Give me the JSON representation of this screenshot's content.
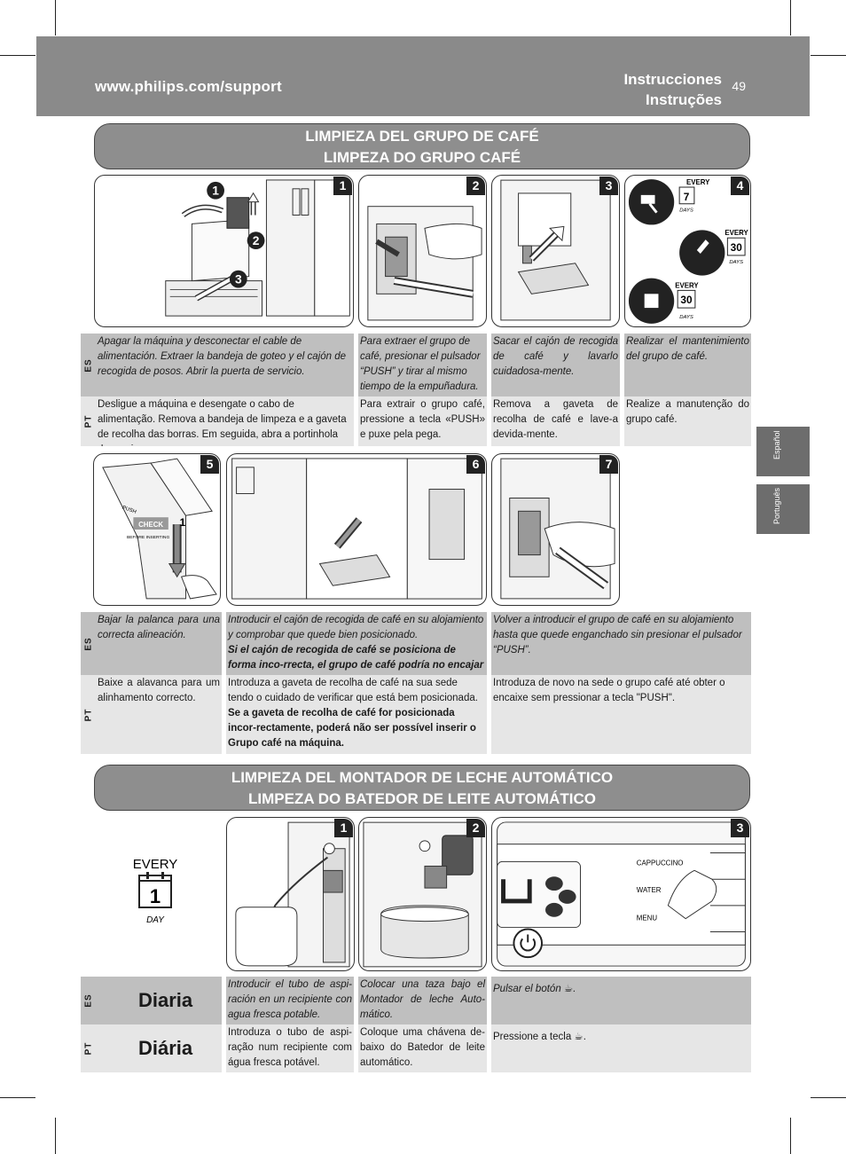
{
  "header": {
    "url": "www.philips.com/support",
    "title_es": "Instrucciones",
    "title_pt": "Instruções",
    "page_number": "49"
  },
  "side_tabs": [
    "Español",
    "Português"
  ],
  "section1": {
    "title_es": "LIMPIEZA DEL GRUPO DE CAFÉ",
    "title_pt": "LIMPEZA DO GRUPO CAFÉ",
    "panel_numbers": [
      "1",
      "2",
      "3",
      "4",
      "5",
      "6",
      "7"
    ],
    "callouts": [
      "1",
      "2",
      "3"
    ],
    "panel5_labels": {
      "push": "PUSH",
      "check": "CHECK",
      "before": "BEFORE INSERTING",
      "one": "1"
    },
    "schedule": [
      {
        "every": "EVERY",
        "value": "7",
        "unit": "DAYS"
      },
      {
        "every": "EVERY",
        "value": "30",
        "unit": "DAYS"
      },
      {
        "every": "EVERY",
        "value": "30",
        "unit": "DAYS"
      }
    ],
    "row1": {
      "es_label": "ES",
      "pt_label": "PT",
      "es": [
        "Apagar la máquina y desconectar el cable de alimentación. Extraer la bandeja de goteo y el cajón de recogida de posos. Abrir la puerta de servicio.",
        "Para extraer el grupo de café, presionar el pulsador “PUSH” y tirar al mismo tiempo de la empuñadura.",
        "Sacar el cajón de recogida de café y lavarlo cuidadosa-mente.",
        "Realizar el mantenimiento del grupo de café."
      ],
      "pt": [
        "Desligue a máquina e desengate o cabo de alimentação. Remova a bandeja de limpeza e a gaveta de recolha das borras. Em seguida, abra a portinhola de serviço.",
        "Para extrair o grupo café, pressione a tecla «PUSH» e puxe pela pega.",
        "Remova a gaveta de recolha de café e lave-a devida-mente.",
        "Realize a manutenção do grupo café."
      ]
    },
    "row2": {
      "es_label": "ES",
      "pt_label": "PT",
      "es": [
        "Bajar la palanca para una correcta alineación.",
        "Introducir el cajón de recogida de café en su alojamiento y comprobar que quede bien posicionado.",
        "Volver a introducir el grupo de café en su alojamiento hasta que quede enganchado sin presionar el pulsador “PUSH”."
      ],
      "es_bold": "Si el cajón de recogida de café se posiciona de forma inco-rrecta, el grupo de café podría no encajar en la máquina.",
      "pt": [
        "Baixe a alavanca para um alinhamento correcto.",
        "Introduza a gaveta de recolha de café na sua sede tendo o cuidado de verificar que está bem posicionada.",
        "Introduza de novo na sede o grupo café até obter o encaixe sem pressionar a tecla \"PUSH\"."
      ],
      "pt_bold": "Se a gaveta de recolha de café for posicionada incor-rectamente, poderá não ser possível inserir o Grupo café na máquina."
    }
  },
  "section2": {
    "title_es": "LIMPIEZA DEL MONTADOR DE LECHE AUTOMÁTICO",
    "title_pt": "LIMPEZA DO BATEDOR DE LEITE AUTOMÁTICO",
    "panel_numbers": [
      "1",
      "2",
      "3"
    ],
    "schedule": {
      "every": "EVERY",
      "value": "1",
      "unit": "DAY"
    },
    "display_labels": [
      "CAPPUCCINO",
      "WATER",
      "MENU"
    ],
    "row": {
      "es_label": "ES",
      "pt_label": "PT",
      "es_title": "Diaria",
      "pt_title": "Diária",
      "es": [
        "Introducir el tubo de aspi-ración en un recipiente con agua fresca potable.",
        "Colocar una taza bajo el Montador de leche Auto-mático.",
        "Pulsar el botón"
      ],
      "pt": [
        "Introduza o tubo de aspi-ração num recipiente com água fresca potável.",
        "Coloque uma chávena de-baixo do Batedor de leite automático.",
        "Pressione a tecla"
      ],
      "end_punct": "."
    }
  },
  "colors": {
    "header": "#8a8a8a",
    "banner": "#8e8e8e",
    "es_row": "#bfbfbf",
    "pt_row": "#e6e6e6",
    "side_tab": "#6d6d6d"
  }
}
